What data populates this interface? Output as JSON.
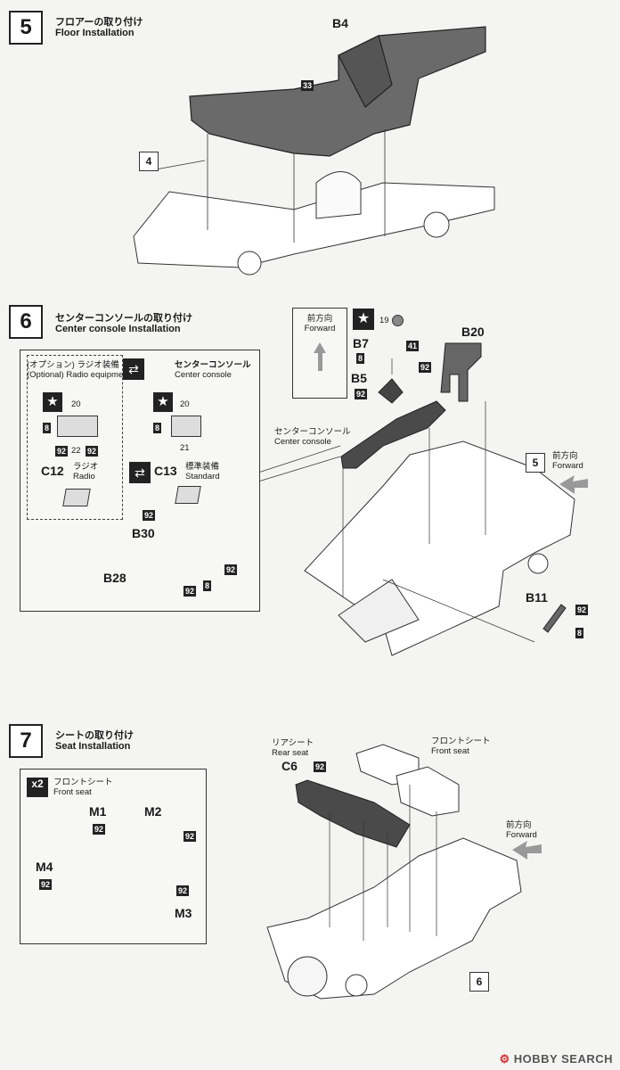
{
  "step5": {
    "number": "5",
    "title_jp": "フロアーの取り付け",
    "title_en": "Floor Installation",
    "parts": {
      "b4": "B4",
      "p33": "33",
      "ref4": "4"
    }
  },
  "step6": {
    "number": "6",
    "title_jp": "センターコンソールの取り付け",
    "title_en": "Center console Installation",
    "forward_jp": "前方向",
    "forward_en": "Forward",
    "optional_jp": "(オプション) ラジオ装備",
    "optional_en": "(Optional) Radio equipment",
    "console_jp": "センターコンソール",
    "console_en": "Center console",
    "radio_jp": "ラジオ",
    "radio_en": "Radio",
    "standard_jp": "標準装備",
    "standard_en": "Standard",
    "main_console_jp": "センターコンソール",
    "main_console_en": "Center console",
    "parts": {
      "c12": "C12",
      "c13": "C13",
      "b30": "B30",
      "b28": "B28",
      "b7": "B7",
      "b5": "B5",
      "b20": "B20",
      "b11": "B11",
      "ref5": "5"
    },
    "decals": {
      "d19": "19",
      "d41": "41",
      "d92": "92",
      "d8": "8",
      "d20": "20",
      "d22": "22",
      "d21": "21"
    }
  },
  "step7": {
    "number": "7",
    "title_jp": "シートの取り付け",
    "title_en": "Seat Installation",
    "qty": "x2",
    "front_seat_jp": "フロントシート",
    "front_seat_en": "Front seat",
    "rear_seat_jp": "リアシート",
    "rear_seat_en": "Rear seat",
    "forward_jp": "前方向",
    "forward_en": "Forward",
    "parts": {
      "m1": "M1",
      "m2": "M2",
      "m3": "M3",
      "m4": "M4",
      "c6": "C6",
      "ref6": "6"
    }
  },
  "footer": {
    "brand": "HOBBY SEARCH"
  }
}
